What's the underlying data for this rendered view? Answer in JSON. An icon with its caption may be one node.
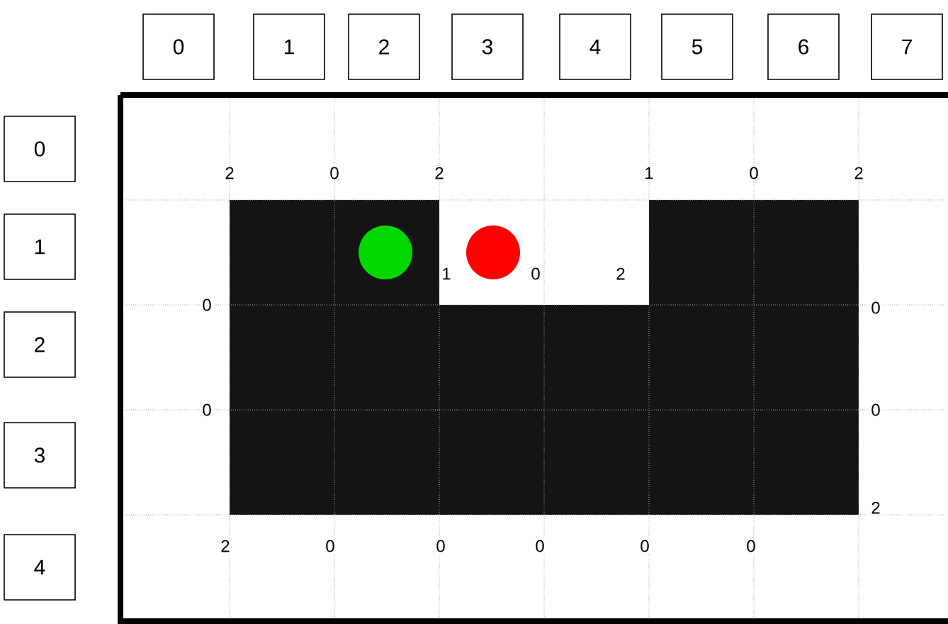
{
  "diagram": {
    "nodes": [
      {
        "text": [
          "0"
        ]
      },
      {
        "text": [
          "1"
        ]
      },
      {
        "text": [
          "2"
        ]
      },
      {
        "text": [
          "3"
        ]
      },
      {
        "text": [
          "4"
        ]
      },
      {
        "text": [
          "5"
        ]
      },
      {
        "text": [
          "6"
        ]
      },
      {
        "text": [
          "7"
        ]
      },
      {
        "text": [
          "0"
        ]
      },
      {
        "text": [
          "1"
        ]
      },
      {
        "text": [
          "2"
        ]
      },
      {
        "text": [
          "3"
        ]
      },
      {
        "text": [
          "4"
        ]
      }
    ],
    "edges": [],
    "labels": [
      "2",
      "0",
      "2",
      "1",
      "0",
      "2",
      "1",
      "0",
      "2",
      "0",
      "0",
      "0",
      "0",
      "2",
      "2",
      "0",
      "0",
      "0",
      "0",
      "0"
    ]
  }
}
